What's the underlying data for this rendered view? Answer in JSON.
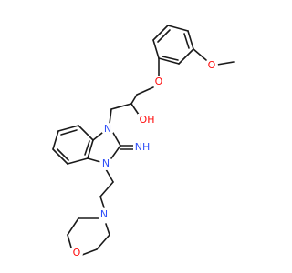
{
  "molecule": {
    "colors": {
      "bond": "#1a1a1a",
      "oxygen": "#ff0d0d",
      "nitrogen": "#3050f8",
      "background": "#ffffff"
    },
    "labels": {
      "ether_oxygen": "O",
      "methoxy_oxygen": "O",
      "hydroxyl": "OH",
      "n1": "N",
      "n3": "N",
      "imine": "NH",
      "morpholine_n": "N",
      "morpholine_o": "O"
    }
  }
}
